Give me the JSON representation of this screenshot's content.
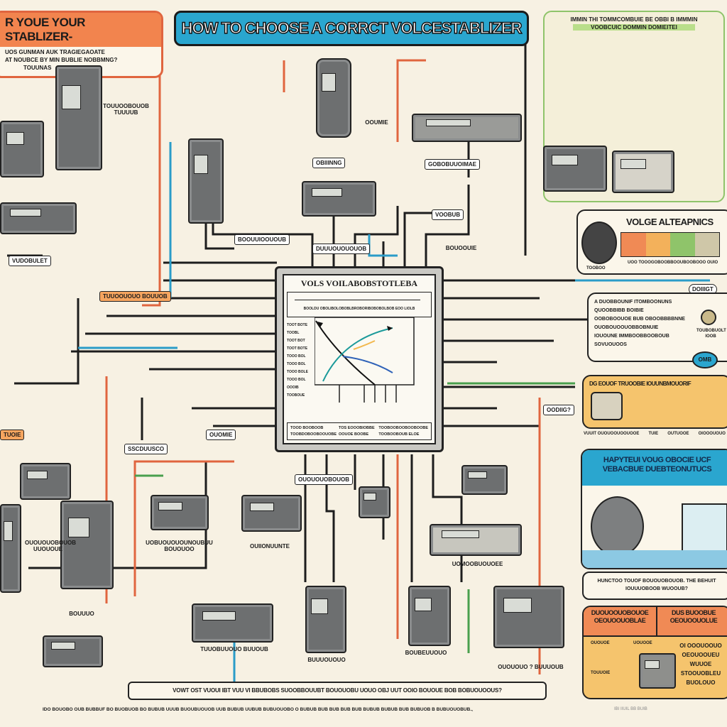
{
  "title": "HOW TO CHOOSE A CORRCT VOLCESTABLIZER",
  "left_panel": {
    "heading": "r YOUE YOUR STABLIZER-",
    "lines": [
      "UOS GUNMAN AUK TRAGIEGAOATE",
      "AT NOUBCE BY MIN BUBLIE NOBBMNG?",
      "TOUUNAS"
    ]
  },
  "top_right_panel": {
    "heading": "IMMIN THI TOMMCOMBUIE BE OBBI B IMMMIN",
    "subheading": "VOOBCUIC DOMMIN DOMIEITEI"
  },
  "center_device": {
    "title": "VOLS VOILABOBSTOTLEBA",
    "header_text": "BOOLDU OBOLIBOLOBOBLBROBORIBOBOBOLBOB EOO LIOLB",
    "row_labels": [
      "TOOT BOTE",
      "TOOBL",
      "TOOT BOT",
      "TOOT BOTE",
      "TOOO BOL",
      "TOOO BOL",
      "TOOO BOLE",
      "TOOO BOL",
      "OOOIB",
      "TOOBOUE"
    ],
    "footer": [
      "TOOD BOOBOOB",
      "TOOBDOBOOBOOUOBE",
      "TOS EOOOBIOBBE",
      "OOUOE BOOBE",
      "TOOBOOBOOBOOBOOBE",
      "TOOBOOBOUB ELOE"
    ]
  },
  "alternatives_panel": {
    "heading": "VOLGE ALTEAPNICS",
    "caption": "UOO TOOOGOBOOBBOOUBOOBOOO OUIO",
    "meter_label": "TOOBOO",
    "badge": "DOIIIGT"
  },
  "bullets_panel": {
    "items": [
      "A  DUOBBOUNIF ITOMBOONUNS",
      "QUOOBBIBB BOIBIE",
      "OOBOBOOUOE BUB OBOOBBBBNNE",
      "OUOBOUOOUOBBOBNUIE",
      "IOUOUNE IMMBOOBBOOBOUB SOVUOUOOS"
    ],
    "clock_label": "TOUBOBUOLT IOOB",
    "badge": "OMB"
  },
  "yellow_panel": {
    "heading": "DG EOUOF TRUOOBIE IOUUNBMOUORIF",
    "captions": [
      "VUUIT OUOUOOUOOUOOE",
      "TUIE",
      "OUTUOOE",
      "OIOOOUOUO"
    ]
  },
  "blue_panel": {
    "heading": "HAPYTEUI VOUG OBOCIE UCF VEBACBUE DUEBTEONUTUCS"
  },
  "question_box": {
    "text": "HUNCTOO TOUOF BOUOUOBOUOB. THE BEHUIT IOUUUOBOOB WUOOUB?"
  },
  "orange_table": {
    "col1": "DUOUOOUOBOUOE OEOUOOUOBLAE",
    "col2": "DUS BUOOBUE OEOUOOUOLUE",
    "col2_text": "OI OOOUOOUO OEOUOOUEU WUUOE STOOUOBLEU BUOLOUO",
    "items": [
      "OUOUOE",
      "UOUOOE",
      "TOUUOIE"
    ]
  },
  "bottom_question": "VOWT OST VUOUI IBT VUU VI BBUBOBS SUOOBBOUUBT BOUOUOBU UOUO OBJ UUT OOIO BOUOUE BOB BOBUOUOOUS?",
  "footer_text": "IDO BOUOBO OUB BUBBUF  BO BUOBUOB BO BUBUB UUUB BUOUBUOUOB UUB BUBUB UUBUB BUBUOUOBO O BUBUB BUB BUB BUB BUB BUBUB BUBUB BUB BUBUOB B BUBUOUOBUB.,",
  "footer_credit": "IBI IIUIL BB BUIB",
  "labels": [
    "TOUUOOBOUOB TUUUUB",
    "VUDOBULET",
    "TUUOOUOUO BOUUOB",
    "BOOUUIOOUOUB",
    "DUUUOUOUOUOB",
    "GOBOBUUOIMAE",
    "VOOBUB",
    "OUOMIE",
    "SSCDUUSCO",
    "OUOUOUOBOUOB",
    "TUOIE",
    "OBIIINNG",
    "OOUMIE",
    "BOUOOUIE",
    "UOMOOBUOUOEE",
    "OUIIONUUNTE",
    "UOBUOUOUOUNOUBUU BOUOUOO",
    "OUOUOUOBOUOB UUOUOUE",
    "BOUUUO",
    "TUUOBUUOUO BUUOUB",
    "BUUUOUOUO",
    "BOUBEUUOUO",
    "OODIIG?",
    "OUOUOUO ? BUUUOUB"
  ]
}
